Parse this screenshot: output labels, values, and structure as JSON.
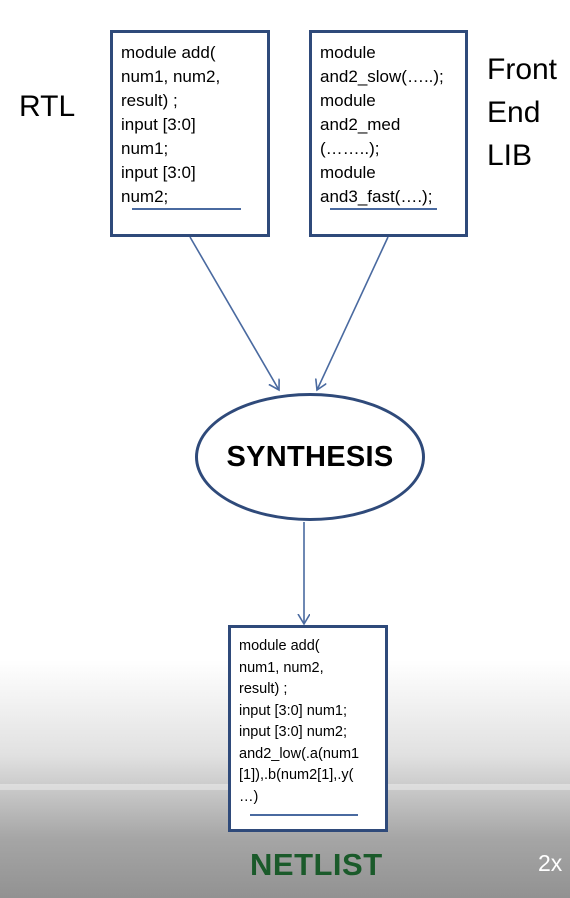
{
  "diagram": {
    "rtl_label": "RTL",
    "lib_label_lines": [
      "Front",
      "End",
      "LIB"
    ],
    "rtl_code_lines": [
      "module add(",
      "num1, num2,",
      "result) ;",
      "input [3:0]",
      "num1;",
      "input [3:0]",
      "num2;"
    ],
    "lib_code_lines": [
      "module",
      "and2_slow(…..);",
      "module",
      "and2_med",
      "(……..);",
      "module",
      "and3_fast(….);"
    ],
    "synthesis_label": "SYNTHESIS",
    "netlist_code_lines": [
      "module add(",
      "num1, num2,",
      "result) ;",
      "input [3:0] num1;",
      "input [3:0] num2;",
      "and2_low(.a(num1",
      "[1]),.b(num2[1],.y(",
      "…)"
    ],
    "netlist_label": "NETLIST",
    "colors": {
      "box_border": "#2f4a7a",
      "arrow": "#4a6aa0",
      "netlist_title": "#1a5a2a"
    }
  },
  "player": {
    "speed_badge": "2x"
  }
}
